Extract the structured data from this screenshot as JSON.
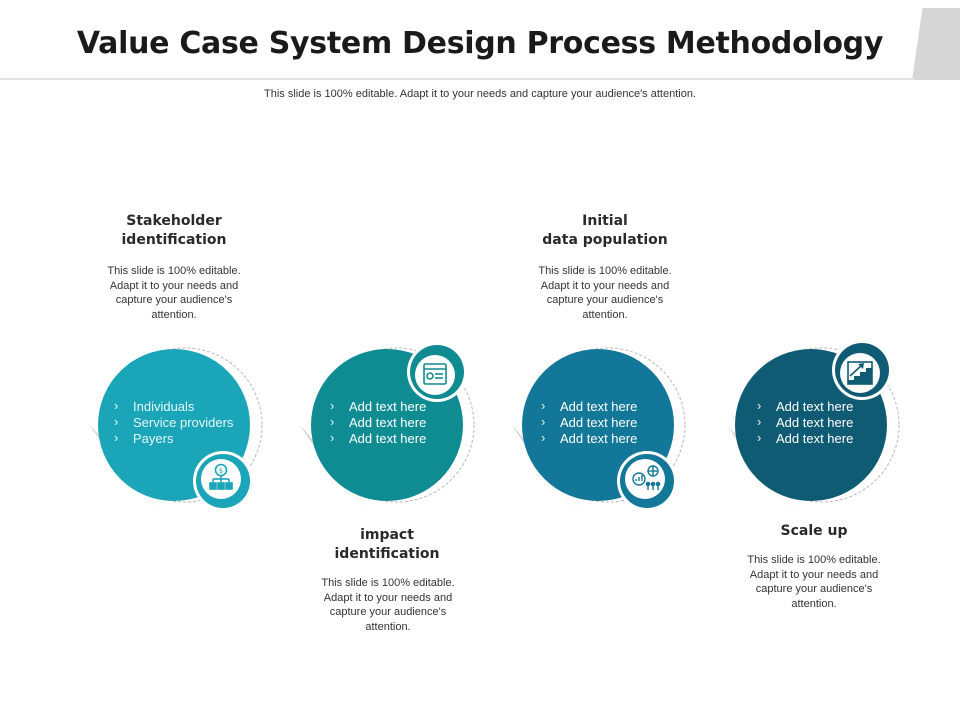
{
  "header": {
    "title": "Value Case System Design Process Methodology",
    "subtitle": "This slide is 100% editable. Adapt it to your needs and capture your audience's attention."
  },
  "steps": [
    {
      "heading_line1": "Stakeholder",
      "heading_line2": "identification",
      "description": "This slide is 100% editable. Adapt it to your needs and capture your audience's attention.",
      "bullets": [
        "Individuals",
        "Service providers",
        "Payers"
      ],
      "icon": "money-org-chart-icon",
      "color": "#1aa5b8"
    },
    {
      "heading_line1": "impact",
      "heading_line2": "identification",
      "description": "This slide is 100% editable. Adapt it to your needs and capture your audience's attention.",
      "bullets": [
        "Add text here",
        "Add text here",
        "Add text here"
      ],
      "icon": "browser-window-icon",
      "color": "#0f8c91"
    },
    {
      "heading_line1": "Initial",
      "heading_line2": "data population",
      "description": "This slide is 100% editable. Adapt it to your needs and capture your audience's attention.",
      "bullets": [
        "Add text here",
        "Add text here",
        "Add text here"
      ],
      "icon": "analytics-people-icon",
      "color": "#137799"
    },
    {
      "heading_line1": "Scale up",
      "heading_line2": "",
      "description": "This slide is 100% editable. Adapt it to your needs and capture your audience's attention.",
      "bullets": [
        "Add text here",
        "Add text here",
        "Add text here"
      ],
      "icon": "growth-stairs-icon",
      "color": "#0f5b73"
    }
  ]
}
